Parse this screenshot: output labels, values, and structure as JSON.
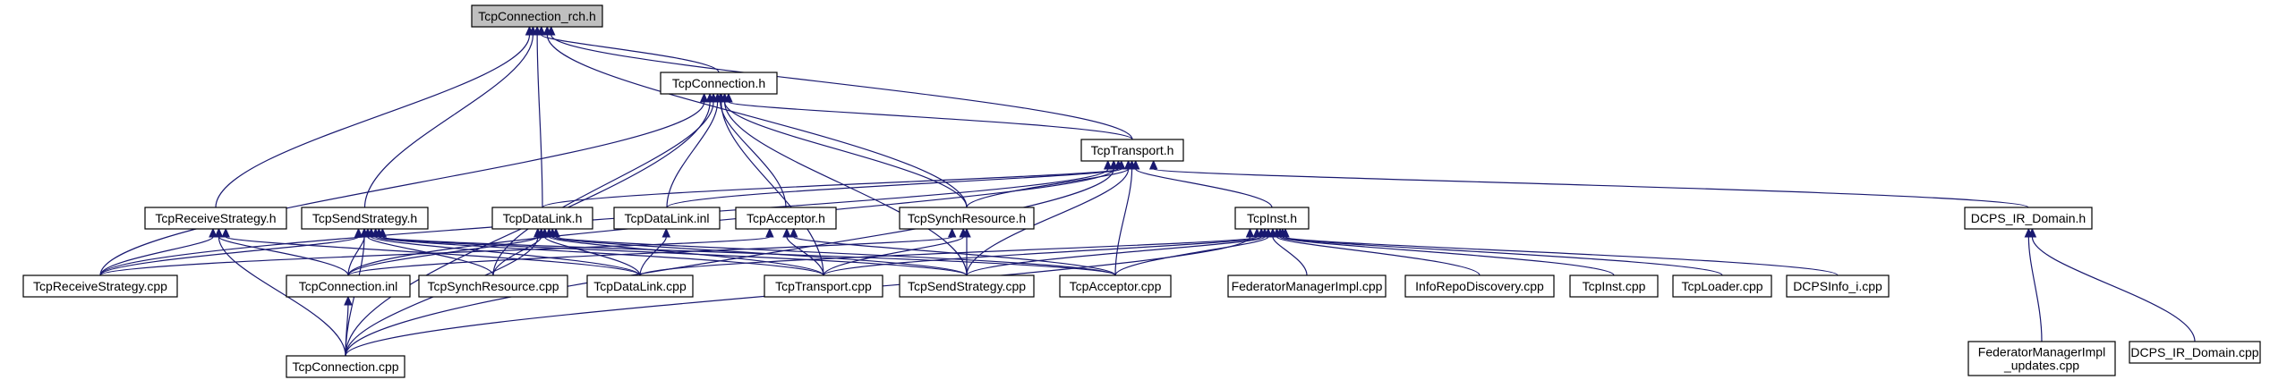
{
  "nodes": [
    {
      "id": "rch",
      "label": [
        "TcpConnection_rch.h"
      ],
      "root": true
    },
    {
      "id": "conn_h",
      "label": [
        "TcpConnection.h"
      ]
    },
    {
      "id": "transport_h",
      "label": [
        "TcpTransport.h"
      ]
    },
    {
      "id": "recv_h",
      "label": [
        "TcpReceiveStrategy.h"
      ]
    },
    {
      "id": "send_h",
      "label": [
        "TcpSendStrategy.h"
      ]
    },
    {
      "id": "datalink_h",
      "label": [
        "TcpDataLink.h"
      ]
    },
    {
      "id": "datalink_inl",
      "label": [
        "TcpDataLink.inl"
      ]
    },
    {
      "id": "acceptor_h",
      "label": [
        "TcpAcceptor.h"
      ]
    },
    {
      "id": "synch_h",
      "label": [
        "TcpSynchResource.h"
      ]
    },
    {
      "id": "inst_h",
      "label": [
        "TcpInst.h"
      ]
    },
    {
      "id": "dcps_h",
      "label": [
        "DCPS_IR_Domain.h"
      ]
    },
    {
      "id": "recv_cpp",
      "label": [
        "TcpReceiveStrategy.cpp"
      ]
    },
    {
      "id": "conn_inl",
      "label": [
        "TcpConnection.inl"
      ]
    },
    {
      "id": "synch_cpp",
      "label": [
        "TcpSynchResource.cpp"
      ]
    },
    {
      "id": "datalink_cpp",
      "label": [
        "TcpDataLink.cpp"
      ]
    },
    {
      "id": "transport_cpp",
      "label": [
        "TcpTransport.cpp"
      ]
    },
    {
      "id": "send_cpp",
      "label": [
        "TcpSendStrategy.cpp"
      ]
    },
    {
      "id": "acceptor_cpp",
      "label": [
        "TcpAcceptor.cpp"
      ]
    },
    {
      "id": "fedmgr_cpp",
      "label": [
        "FederatorManagerImpl.cpp"
      ]
    },
    {
      "id": "inforepo_cpp",
      "label": [
        "InfoRepoDiscovery.cpp"
      ]
    },
    {
      "id": "inst_cpp",
      "label": [
        "TcpInst.cpp"
      ]
    },
    {
      "id": "loader_cpp",
      "label": [
        "TcpLoader.cpp"
      ]
    },
    {
      "id": "dcpsinfo_cpp",
      "label": [
        "DCPSInfo_i.cpp"
      ]
    },
    {
      "id": "fedmgr_upd",
      "label": [
        "FederatorManagerImpl",
        "_updates.cpp"
      ]
    },
    {
      "id": "dcps_cpp",
      "label": [
        "DCPS_IR_Domain.cpp"
      ]
    },
    {
      "id": "conn_cpp",
      "label": [
        "TcpConnection.cpp"
      ]
    }
  ],
  "edges": [
    [
      "conn_h",
      "rch"
    ],
    [
      "transport_h",
      "rch"
    ],
    [
      "recv_h",
      "rch"
    ],
    [
      "send_h",
      "rch"
    ],
    [
      "datalink_h",
      "rch"
    ],
    [
      "synch_h",
      "rch"
    ],
    [
      "transport_h",
      "conn_h"
    ],
    [
      "recv_cpp",
      "conn_h"
    ],
    [
      "conn_cpp",
      "conn_h"
    ],
    [
      "datalink_inl",
      "conn_h"
    ],
    [
      "acceptor_h",
      "conn_h"
    ],
    [
      "synch_h",
      "conn_h"
    ],
    [
      "synch_cpp",
      "conn_h"
    ],
    [
      "transport_cpp",
      "conn_h"
    ],
    [
      "send_cpp",
      "conn_h"
    ],
    [
      "recv_cpp",
      "transport_h"
    ],
    [
      "datalink_h",
      "transport_h"
    ],
    [
      "datalink_inl",
      "transport_h"
    ],
    [
      "synch_h",
      "transport_h"
    ],
    [
      "conn_inl",
      "transport_h"
    ],
    [
      "send_cpp",
      "transport_h"
    ],
    [
      "acceptor_cpp",
      "transport_h"
    ],
    [
      "inst_h",
      "transport_h"
    ],
    [
      "dcps_h",
      "transport_h"
    ],
    [
      "conn_cpp",
      "transport_h"
    ],
    [
      "recv_cpp",
      "recv_h"
    ],
    [
      "conn_inl",
      "recv_h"
    ],
    [
      "conn_cpp",
      "recv_h"
    ],
    [
      "datalink_cpp",
      "recv_h"
    ],
    [
      "recv_cpp",
      "send_h"
    ],
    [
      "conn_inl",
      "send_h"
    ],
    [
      "synch_cpp",
      "send_h"
    ],
    [
      "datalink_cpp",
      "send_h"
    ],
    [
      "transport_cpp",
      "send_h"
    ],
    [
      "send_cpp",
      "send_h"
    ],
    [
      "acceptor_cpp",
      "send_h"
    ],
    [
      "conn_cpp",
      "send_h"
    ],
    [
      "conn_inl",
      "datalink_h"
    ],
    [
      "synch_cpp",
      "datalink_h"
    ],
    [
      "datalink_cpp",
      "datalink_h"
    ],
    [
      "transport_cpp",
      "datalink_h"
    ],
    [
      "send_cpp",
      "datalink_h"
    ],
    [
      "acceptor_cpp",
      "datalink_h"
    ],
    [
      "conn_cpp",
      "datalink_h"
    ],
    [
      "datalink_cpp",
      "datalink_inl"
    ],
    [
      "recv_cpp",
      "acceptor_h"
    ],
    [
      "transport_cpp",
      "acceptor_h"
    ],
    [
      "acceptor_cpp",
      "acceptor_h"
    ],
    [
      "conn_inl",
      "synch_h"
    ],
    [
      "transport_cpp",
      "synch_h"
    ],
    [
      "send_cpp",
      "synch_h"
    ],
    [
      "transport_cpp",
      "inst_h"
    ],
    [
      "send_cpp",
      "inst_h"
    ],
    [
      "acceptor_cpp",
      "inst_h"
    ],
    [
      "fedmgr_cpp",
      "inst_h"
    ],
    [
      "inforepo_cpp",
      "inst_h"
    ],
    [
      "inst_cpp",
      "inst_h"
    ],
    [
      "loader_cpp",
      "inst_h"
    ],
    [
      "dcpsinfo_cpp",
      "inst_h"
    ],
    [
      "datalink_cpp",
      "inst_h"
    ],
    [
      "conn_cpp",
      "inst_h"
    ],
    [
      "fedmgr_upd",
      "dcps_h"
    ],
    [
      "dcps_cpp",
      "dcps_h"
    ],
    [
      "conn_cpp",
      "conn_inl"
    ]
  ]
}
